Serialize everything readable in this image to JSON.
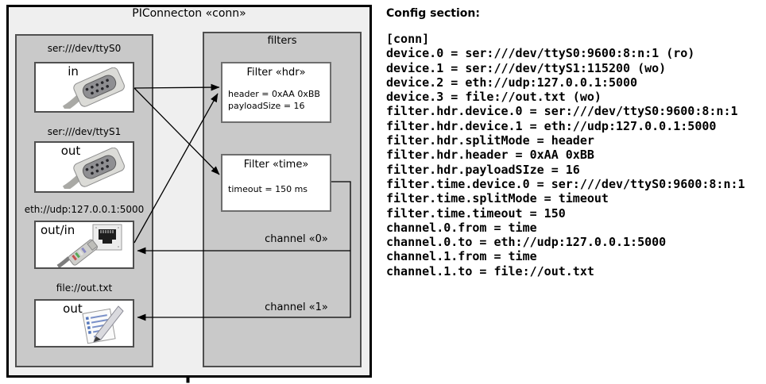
{
  "diagram": {
    "title": "PIConnecton «conn»",
    "filters_panel_label": "filters",
    "devices": [
      {
        "uri": "ser:///dev/ttyS0",
        "role": "in",
        "icon": "serial-connector-icon"
      },
      {
        "uri": "ser:///dev/ttyS1",
        "role": "out",
        "icon": "serial-connector-icon"
      },
      {
        "uri": "eth://udp:127.0.0.1:5000",
        "role": "out/in",
        "icon": "ethernet-icon"
      },
      {
        "uri": "file://out.txt",
        "role": "out",
        "icon": "file-note-icon"
      }
    ],
    "filters": [
      {
        "title": "Filter «hdr»",
        "properties": [
          "header = 0xAA 0xBB",
          "payloadSize = 16"
        ]
      },
      {
        "title": "Filter «time»",
        "properties": [
          "timeout = 150 ms"
        ]
      }
    ],
    "channels": [
      {
        "label": "channel «0»"
      },
      {
        "label": "channel «1»"
      }
    ]
  },
  "config": {
    "heading": "Config section:",
    "lines": [
      "[conn]",
      "device.0 = ser:///dev/ttyS0:9600:8:n:1 (ro)",
      "device.1 = ser:///dev/ttyS1:115200 (wo)",
      "device.2 = eth://udp:127.0.0.1:5000",
      "device.3 = file://out.txt (wo)",
      "filter.hdr.device.0 = ser:///dev/ttyS0:9600:8:n:1",
      "filter.hdr.device.1 = eth://udp:127.0.0.1:5000",
      "filter.hdr.splitMode = header",
      "filter.hdr.header = 0xAA 0xBB",
      "filter.hdr.payloadSIze = 16",
      "filter.time.device.0 = ser:///dev/ttyS0:9600:8:n:1",
      "filter.time.splitMode = timeout",
      "filter.time.timeout = 150",
      "channel.0.from = time",
      "channel.0.to = eth://udp:127.0.0.1:5000",
      "channel.1.from = time",
      "channel.1.to = file://out.txt"
    ]
  },
  "colors": {
    "outer_fill": "#efefef",
    "panel_fill": "#c9c9c9",
    "box_fill": "#ffffff",
    "border_color": "#4f4f4f",
    "line_color": "#000000"
  }
}
